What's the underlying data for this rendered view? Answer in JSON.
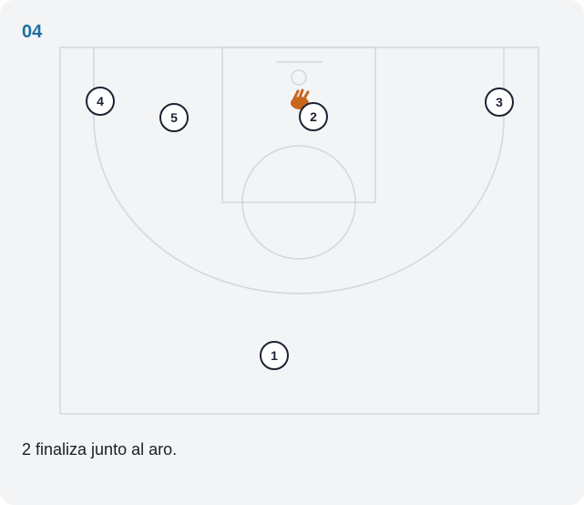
{
  "step_number": "04",
  "caption": "2 finaliza junto al aro.",
  "players": [
    {
      "label": "4"
    },
    {
      "label": "5"
    },
    {
      "label": "2"
    },
    {
      "label": "3"
    },
    {
      "label": "1"
    }
  ],
  "ball_holder": "2",
  "colors": {
    "accent": "#1f6fa3",
    "court_lines": "#cfd8e0",
    "player_stroke": "#1b2333",
    "ball": "#c8661c"
  }
}
